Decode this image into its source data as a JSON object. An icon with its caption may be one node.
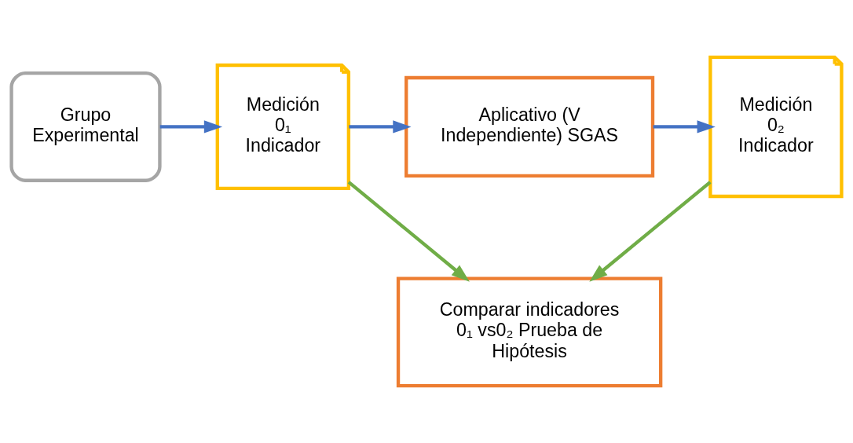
{
  "diagram": {
    "nodes": [
      {
        "text": [
          "Grupo Experimental"
        ]
      },
      {
        "text": [
          "Medición 0₁ Indicador"
        ]
      },
      {
        "text": [
          "Aplicativo (V Independiente) SGAS"
        ]
      },
      {
        "text": [
          "Medición 0₂ Indicador"
        ]
      },
      {
        "text": [
          "Comparar indicadores 0₁ vs0₂ Prueba de Hipótesis"
        ]
      }
    ],
    "edges": [
      {
        "from": 0,
        "to": 1,
        "arrow": "to"
      },
      {
        "from": 1,
        "to": 2,
        "arrow": "to"
      },
      {
        "from": 2,
        "to": 3,
        "arrow": "to"
      },
      {
        "from": 1,
        "to": 4,
        "arrow": "to",
        "color": "#70ad47"
      },
      {
        "from": 3,
        "to": 4,
        "arrow": "to",
        "color": "#70ad47"
      }
    ]
  }
}
